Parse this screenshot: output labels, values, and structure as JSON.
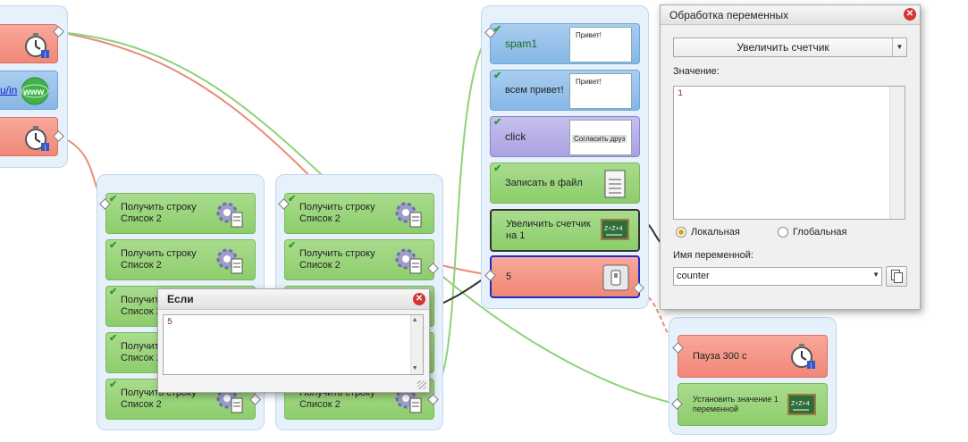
{
  "left_group": {
    "link_text": "u/in"
  },
  "group_a": {
    "blocks": [
      {
        "label": "Получить строку\nСписок 2"
      },
      {
        "label": "Получить строку\nСписок 2"
      },
      {
        "label": "Получить\nСписок 2"
      },
      {
        "label": "Получить\nСписок 2"
      },
      {
        "label": "Получить строку\nСписок 2"
      }
    ]
  },
  "group_b": {
    "blocks": [
      {
        "label": "Получить строку\nСписок 2"
      },
      {
        "label": "Получить строку\nСписок 2"
      },
      {
        "label": "Получить строку\nСписок 2"
      }
    ]
  },
  "group_c": {
    "blocks": [
      {
        "label": "spam1",
        "thumb": "Привет!"
      },
      {
        "label": "всем привет!",
        "thumb": "Привет!"
      },
      {
        "label": "click",
        "thumb": "Согласить друз"
      },
      {
        "label": "Записать в файл"
      },
      {
        "label": "Увеличить счетчик\nна 1"
      },
      {
        "label": "5"
      }
    ]
  },
  "group_d": {
    "blocks": [
      {
        "label": "Пауза 300 с"
      },
      {
        "label": "Установить значение 1\nпеременной"
      }
    ]
  },
  "if_dialog": {
    "title": "Если",
    "value": "5"
  },
  "var_dialog": {
    "title": "Обработка переменных",
    "action": "Увеличить счетчик",
    "value_label": "Значение:",
    "value": "1",
    "scope_local": "Локальная",
    "scope_global": "Глобальная",
    "scope_selected": "local",
    "name_label": "Имя переменной:",
    "name_value": "counter"
  },
  "colors": {
    "green_block": "#8dcd6c",
    "red_block": "#f08776",
    "blue_block": "#86b7e6",
    "purple_block": "#aaa2e0",
    "green_link": "#8ed27a",
    "red_link": "#ea8c7a",
    "group_bg": "#e6f1fb"
  }
}
